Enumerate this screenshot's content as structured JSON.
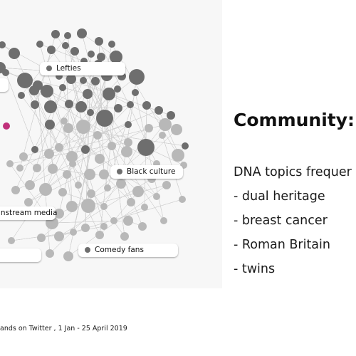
{
  "network": {
    "labels": [
      {
        "text": "Lefties",
        "show_dot": true
      },
      {
        "text": "Black culture",
        "show_dot": true
      },
      {
        "text": "instream media",
        "show_dot": false
      },
      {
        "text": "Comedy fans",
        "show_dot": true
      },
      {
        "text": "",
        "show_dot": false
      },
      {
        "text": "",
        "show_dot": false
      }
    ],
    "colors": {
      "node": "#6e6e6e",
      "node_light": "#b8b8b8",
      "highlight": "#c0307a",
      "edge": "#cfcfcf"
    }
  },
  "slide": {
    "title": "Community:",
    "intro": "DNA topics frequer",
    "bullets": [
      "- dual heritage",
      "- breast cancer",
      "- Roman Britain",
      "- twins"
    ]
  },
  "footer": {
    "source": "ands on Twitter , 1 Jan - 25 April 2019"
  }
}
